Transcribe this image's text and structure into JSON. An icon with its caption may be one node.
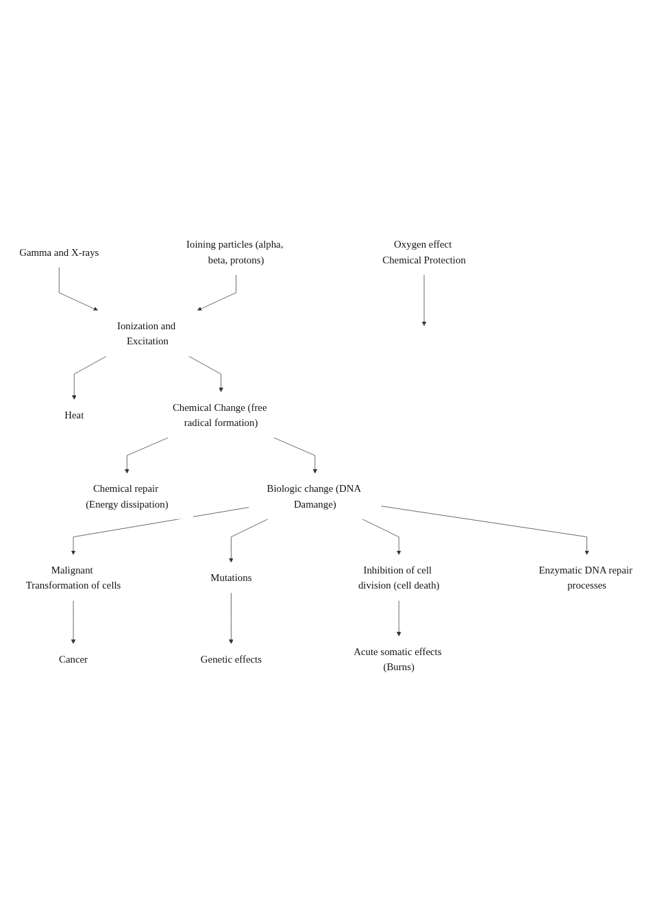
{
  "diagram": {
    "nodes": [
      {
        "text": [
          "Gamma and X-rays"
        ]
      },
      {
        "text": [
          "Ioining particles (alpha, beta, protons)"
        ]
      },
      {
        "text": [
          "Ionization and Excitation"
        ]
      },
      {
        "text": [
          "Heat"
        ]
      },
      {
        "text": [
          "Chemical Change (free radical formation)"
        ]
      },
      {
        "text": [
          "Chemical repair (Energy dissipation)"
        ]
      },
      {
        "text": [
          "Oxygen effect Chemical Protection"
        ]
      },
      {
        "text": [
          "Biologic change (DNA Damange)"
        ]
      },
      {
        "text": [
          "Enzymatic DNA repair processes"
        ]
      },
      {
        "text": [
          "Malignant Transformation of cells"
        ]
      },
      {
        "text": [
          "Mutations"
        ]
      },
      {
        "text": [
          "Inhibition of cell division (cell death)"
        ]
      },
      {
        "text": [
          "Cancer"
        ]
      },
      {
        "text": [
          "Genetic effects"
        ]
      },
      {
        "text": [
          "Acute somatic effects (Burns)"
        ]
      }
    ],
    "edges": [
      {
        "from": 0,
        "to": 2,
        "arrow": "to"
      },
      {
        "from": 1,
        "to": 2,
        "arrow": "to"
      },
      {
        "from": 2,
        "to": 3,
        "arrow": "to"
      },
      {
        "from": 2,
        "to": 4,
        "arrow": "to"
      },
      {
        "from": 4,
        "to": 5,
        "arrow": "to"
      },
      {
        "from": 6,
        "to": null,
        "arrow": "to"
      },
      {
        "from": 4,
        "to": 7,
        "arrow": "to"
      },
      {
        "from": 7,
        "to": 8,
        "arrow": "to"
      },
      {
        "from": 7,
        "to": 9,
        "arrow": "to"
      },
      {
        "from": 7,
        "to": 10,
        "arrow": "to"
      },
      {
        "from": 7,
        "to": 11,
        "arrow": "to"
      },
      {
        "from": 9,
        "to": 12,
        "arrow": "to"
      },
      {
        "from": 10,
        "to": 13,
        "arrow": "to"
      },
      {
        "from": 11,
        "to": 14,
        "arrow": "to"
      }
    ]
  }
}
